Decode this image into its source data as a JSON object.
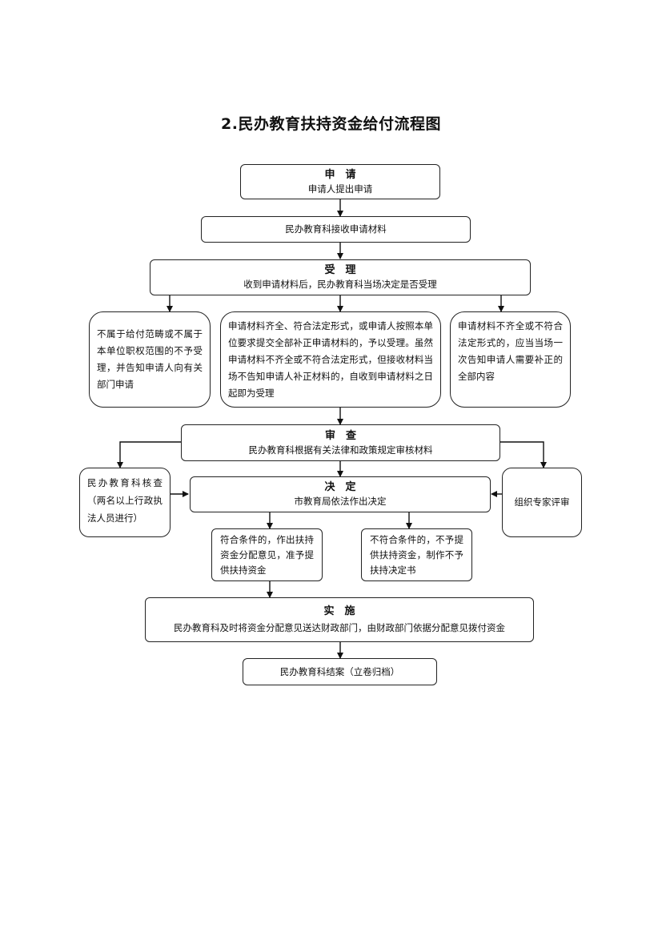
{
  "title": "2.民办教育扶持资金给付流程图",
  "nodes": {
    "apply": {
      "heading": "申　请",
      "text": "申请人提出申请"
    },
    "receive": {
      "text": "民办教育科接收申请材料"
    },
    "accept": {
      "heading": "受　理",
      "text": "收到申请材料后，民办教育科当场决定是否受理"
    },
    "reject": {
      "text": "不属于给付范畴或不属于本单位职权范围的不予受理，并告知申请人向有关部门申请"
    },
    "complete": {
      "text": "申请材料齐全、符合法定形式，或申请人按照本单位要求提交全部补正申请材料的，予以受理。虽然申请材料不齐全或不符合法定形式，但接收材料当场不告知申请人补正材料的，自收到申请材料之日起即为受理"
    },
    "incomplete": {
      "text": "申请材料不齐全或不符合法定形式的，应当当场一次告知申请人需要补正的全部内容"
    },
    "review": {
      "heading": "审　查",
      "text": "民办教育科根据有关法律和政策规定审核材料"
    },
    "verify": {
      "text": "民办教育科核查（两名以上行政执法人员进行）"
    },
    "decide": {
      "heading": "决　定",
      "text": "市教育局依法作出决定"
    },
    "expert": {
      "text": "组织专家评审"
    },
    "approve": {
      "text": "符合条件的，作出扶持资金分配意见，准予提供扶持资金"
    },
    "deny": {
      "text": "不符合条件的，不予提供扶持资金，制作不予扶持决定书"
    },
    "implement": {
      "heading": "实　施",
      "text": "民办教育科及时将资金分配意见送达财政部门，由财政部门依据分配意见拨付资金"
    },
    "close": {
      "text": "民办教育科结案（立卷归档）"
    }
  }
}
